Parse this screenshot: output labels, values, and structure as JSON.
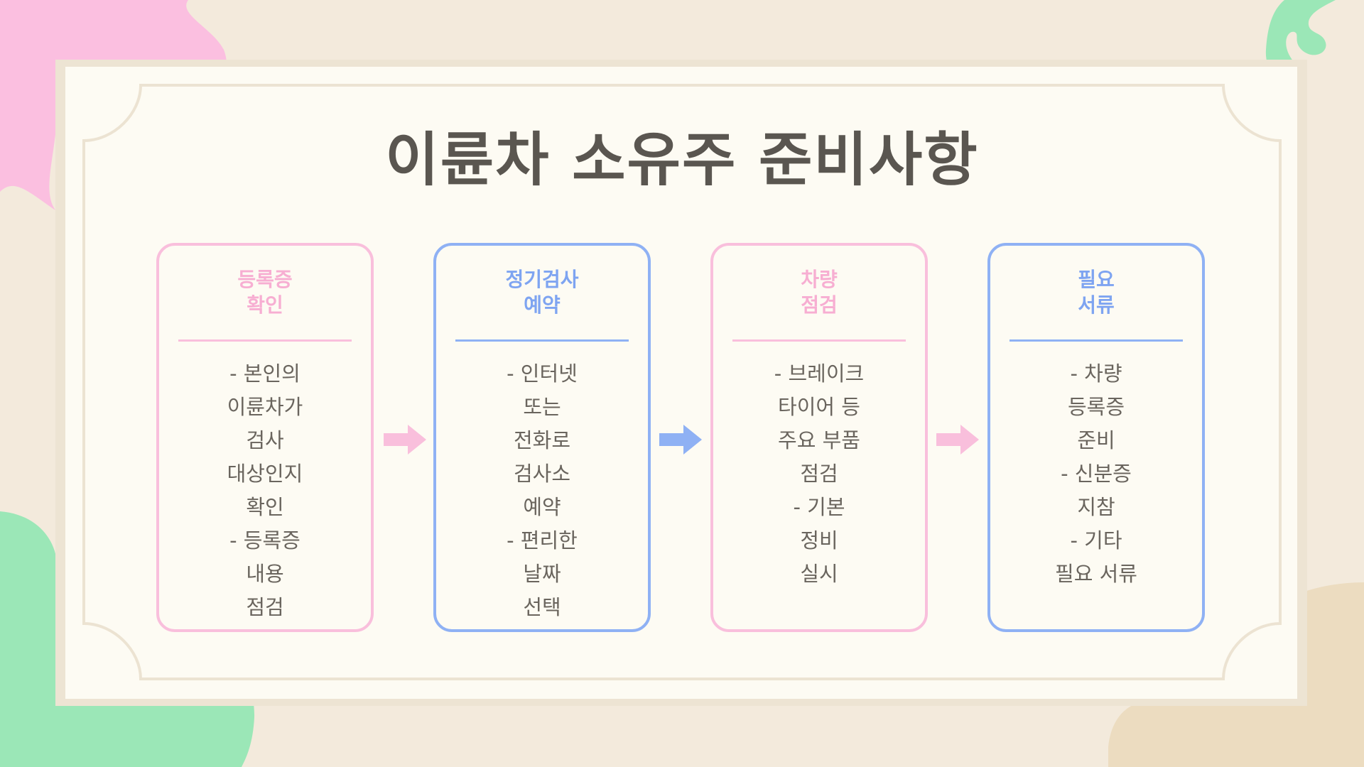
{
  "title": "이륜차 소유주 준비사항",
  "colors": {
    "background": "#f3eadc",
    "panel": "#fdfbf3",
    "pink": "#f9bfdc",
    "blue": "#8fb1f4",
    "green": "#9be7b7",
    "tan": "#ecdcc0",
    "text": "#5a5650"
  },
  "steps": [
    {
      "heading": "등록증\n확인",
      "body": "- 본인의\n이륜차가\n검사\n대상인지\n확인\n- 등록증\n내용\n점검",
      "color": "pink"
    },
    {
      "heading": "정기검사\n예약",
      "body": "- 인터넷\n또는\n전화로\n검사소\n예약\n- 편리한\n날짜\n선택",
      "color": "blue"
    },
    {
      "heading": "차량\n점검",
      "body": "- 브레이크\n타이어 등\n주요 부품\n점검\n- 기본\n정비\n실시",
      "color": "pink"
    },
    {
      "heading": "필요\n서류",
      "body": "- 차량\n등록증\n준비\n- 신분증\n지참\n- 기타\n필요 서류",
      "color": "blue"
    }
  ],
  "arrows": [
    {
      "icon": "right-arrow-icon",
      "color": "pink"
    },
    {
      "icon": "right-arrow-icon",
      "color": "blue"
    },
    {
      "icon": "right-arrow-icon",
      "color": "pink"
    }
  ]
}
